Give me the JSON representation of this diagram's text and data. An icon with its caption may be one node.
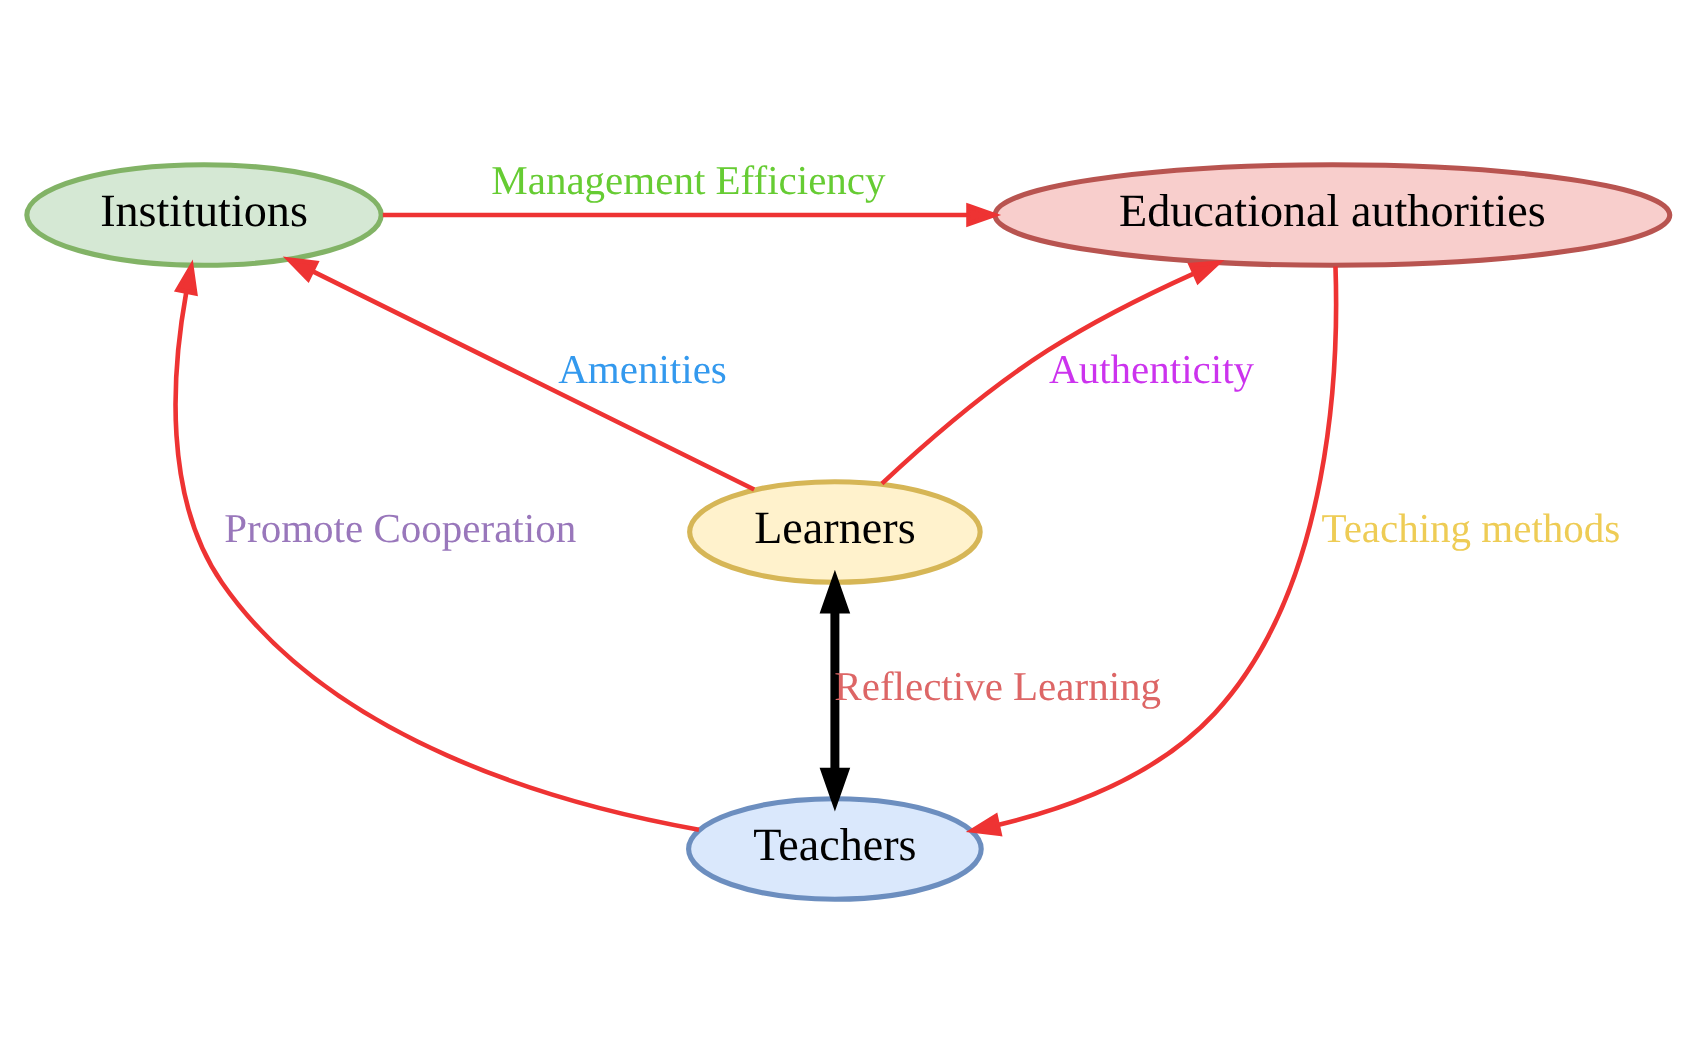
{
  "diagram": {
    "nodes": [
      {
        "text": [
          "Institutions"
        ]
      },
      {
        "text": [
          "Educational authorities"
        ]
      },
      {
        "text": [
          "Learners"
        ]
      },
      {
        "text": [
          "Teachers"
        ]
      }
    ],
    "edges": [
      {
        "from": 0,
        "to": 1,
        "arrow": "to",
        "label": "Management Efficiency"
      },
      {
        "from": 2,
        "to": 0,
        "arrow": "to",
        "label": "Amenities"
      },
      {
        "from": 2,
        "to": 1,
        "arrow": "to",
        "label": "Authenticity"
      },
      {
        "from": 1,
        "to": 3,
        "arrow": "to",
        "label": "Teaching methods"
      },
      {
        "from": 3,
        "to": 0,
        "arrow": "to",
        "label": "Promote Cooperation"
      },
      {
        "from": 2,
        "to": 3,
        "arrow": "both",
        "label": "Reflective Learning",
        "style": "thick",
        "color": "#000000"
      }
    ]
  }
}
